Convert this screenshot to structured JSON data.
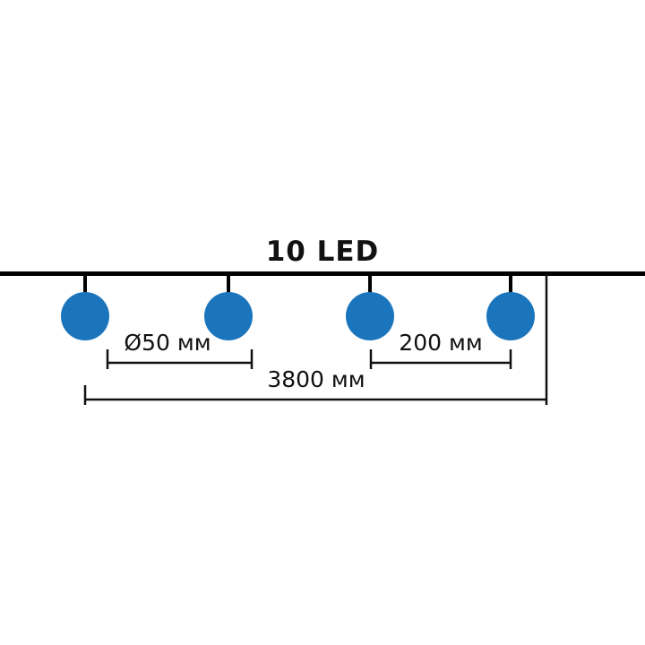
{
  "diagram": {
    "title": "10 LED",
    "colors": {
      "bulb": "#1b75bc",
      "line": "#000000",
      "text": "#111111"
    },
    "labels": {
      "bulb_diameter": "Ø50 мм",
      "bulb_spacing": "200 мм",
      "total_length": "3800 мм"
    },
    "bulbs_shown": 4
  }
}
